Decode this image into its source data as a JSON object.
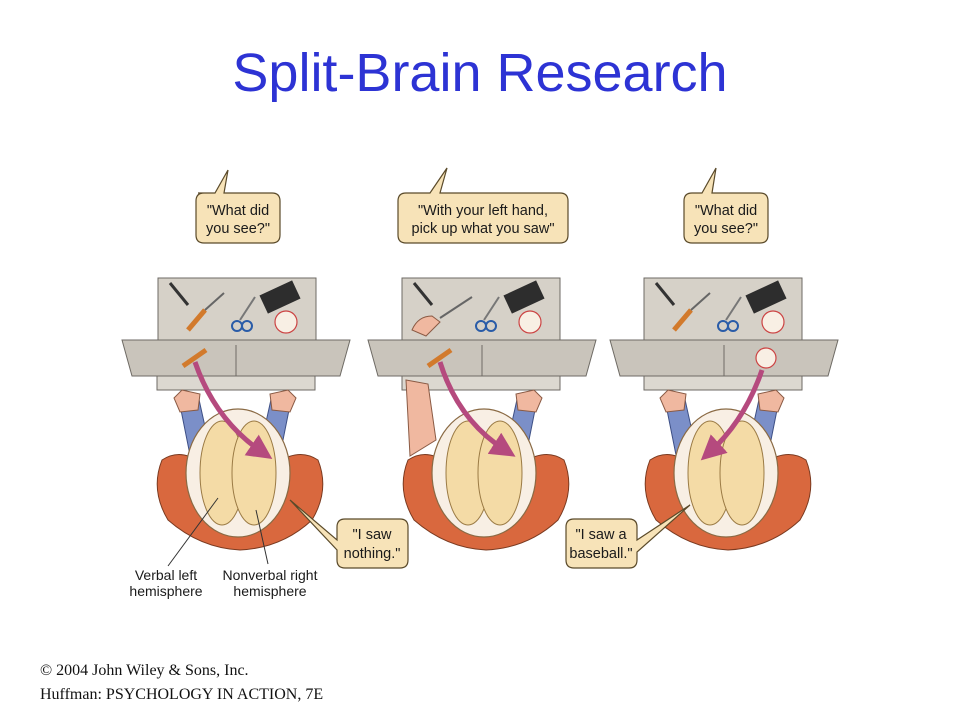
{
  "title": "Split-Brain Research",
  "panels": [
    {
      "top_bubble": [
        "\"What did",
        "you see?\""
      ],
      "bottom_bubble": [
        "\"I saw",
        "nothing.\""
      ],
      "hemisphere_labels": {
        "left": [
          "Verbal left",
          "hemisphere"
        ],
        "right": [
          "Nonverbal right",
          "hemisphere"
        ]
      }
    },
    {
      "top_bubble": [
        "\"With your left hand,",
        "pick up what you saw\""
      ]
    },
    {
      "top_bubble": [
        "\"What did",
        "you see?\""
      ],
      "bottom_bubble": [
        "\"I saw a",
        "baseball.\""
      ]
    }
  ],
  "footer": {
    "line1": "© 2004 John Wiley & Sons, Inc.",
    "line2": "Huffman: PSYCHOLOGY IN ACTION, 7E"
  },
  "colors": {
    "title": "#2d33d4",
    "bubble_fill": "#f7e3b8",
    "bubble_stroke": "#5a4a2a",
    "table": "#c9c4bb",
    "skin": "#f0b8a0",
    "shirt": "#d9683e",
    "sleeve": "#7b8fc8",
    "brain": "#f4dba6",
    "arrow": "#b54a7e"
  }
}
